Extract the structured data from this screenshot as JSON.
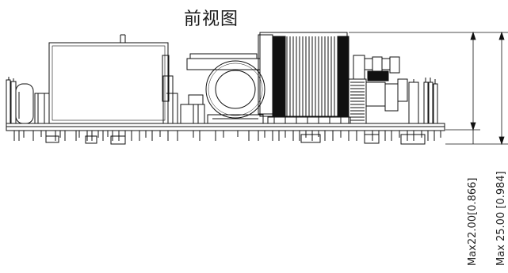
{
  "title": "前视图",
  "dimensions": [
    {
      "label": "Max22.00[0.866]",
      "value_mm": 22.0,
      "value_in": 0.866
    },
    {
      "label": "Max 25.00 [0.984]",
      "value_mm": 25.0,
      "value_in": 0.984
    }
  ],
  "colors": {
    "line": "#111111",
    "background": "#ffffff"
  }
}
